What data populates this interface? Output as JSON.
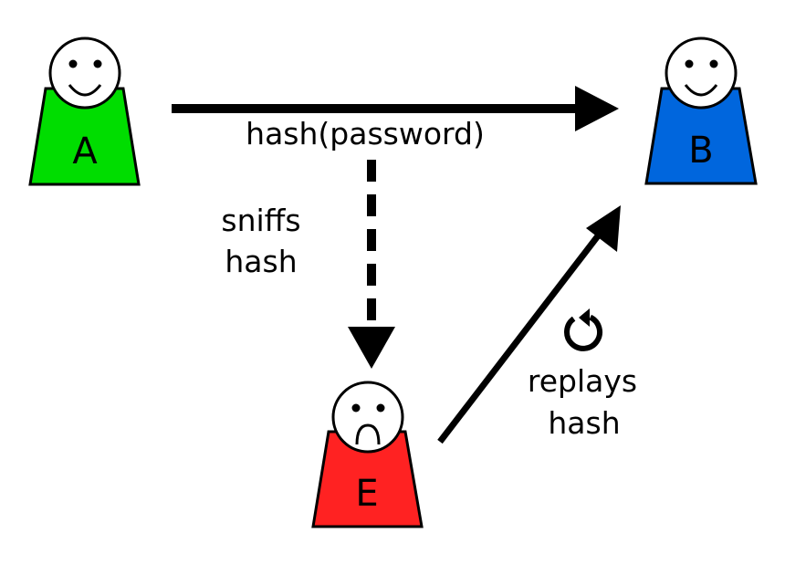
{
  "colors": {
    "alice": "#00dd00",
    "bob": "#0066dd",
    "eve": "#ff2222",
    "stroke": "#000000",
    "face": "#ffffff"
  },
  "actors": {
    "alice": {
      "letter": "A",
      "expression": "smile"
    },
    "bob": {
      "letter": "B",
      "expression": "smile"
    },
    "eve": {
      "letter": "E",
      "expression": "frown"
    }
  },
  "arrows": {
    "send_label": "hash(password)",
    "sniff_label_line1": "sniffs",
    "sniff_label_line2": "hash",
    "replay_label_line1": "replays",
    "replay_label_line2": "hash"
  },
  "icons": {
    "replay": "rotate-arrow-icon"
  }
}
